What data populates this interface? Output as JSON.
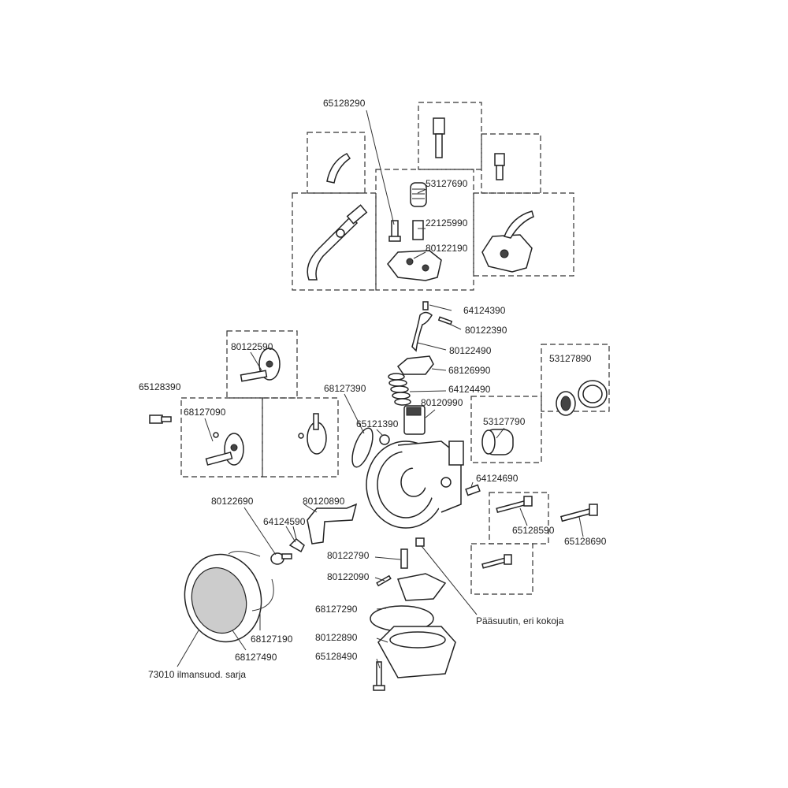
{
  "diagram": {
    "labels": {
      "l65128290": "65128290",
      "l53127690": "53127690",
      "l22125990": "22125990",
      "l80122190": "80122190",
      "l64124390": "64124390",
      "l80122390": "80122390",
      "l80122490": "80122490",
      "l68126990": "68126990",
      "l64124490": "64124490",
      "l80120990": "80120990",
      "l53127890": "53127890",
      "l80122590": "80122590",
      "l65128390": "65128390",
      "l68127090": "68127090",
      "l68127390": "68127390",
      "l65121390": "65121390",
      "l53127790": "53127790",
      "l64124690": "64124690",
      "l65128590": "65128590",
      "l65128690": "65128690",
      "l80122690": "80122690",
      "l80120890": "80120890",
      "l64124590": "64124590",
      "l80122790": "80122790",
      "l80122090": "80122090",
      "main_jet": "Pääsuutin, eri kokoja",
      "l68127290": "68127290",
      "l80122890": "80122890",
      "l65128490": "65128490",
      "l68127190": "68127190",
      "l68127490": "68127490",
      "air_filter_kit": "73010 ilmansuod. sarja"
    }
  }
}
